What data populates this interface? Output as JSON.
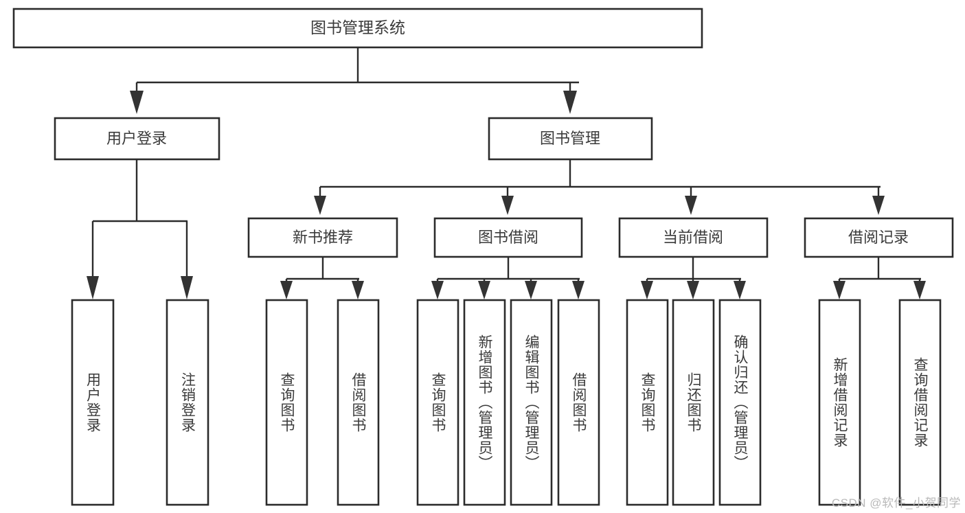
{
  "diagram": {
    "type": "hierarchy-tree",
    "title": "图书管理系统",
    "levels": {
      "root": {
        "label": "图书管理系统"
      },
      "level2": [
        {
          "label": "用户登录"
        },
        {
          "label": "图书管理"
        }
      ],
      "level3": [
        {
          "label": "新书推荐"
        },
        {
          "label": "图书借阅"
        },
        {
          "label": "当前借阅"
        },
        {
          "label": "借阅记录"
        }
      ],
      "leaves_user_login": [
        {
          "label": "用户登录"
        },
        {
          "label": "注销登录"
        }
      ],
      "leaves_new_book": [
        {
          "label": "查询图书"
        },
        {
          "label": "借阅图书"
        }
      ],
      "leaves_borrow": [
        {
          "label": "查询图书"
        },
        {
          "label": "新增图书（管理员）"
        },
        {
          "label": "编辑图书（管理员）"
        },
        {
          "label": "借阅图书"
        }
      ],
      "leaves_current": [
        {
          "label": "查询图书"
        },
        {
          "label": "归还图书"
        },
        {
          "label": "确认归还（管理员）"
        }
      ],
      "leaves_record": [
        {
          "label": "新增借阅记录"
        },
        {
          "label": "查询借阅记录"
        }
      ]
    }
  },
  "watermark": {
    "text": "CSDN @软件_小贺同学"
  },
  "colors": {
    "box_stroke": "#2b2b2b",
    "box_fill": "#ffffff",
    "text": "#3a3a3a",
    "connector": "#2b2b2b",
    "watermark": "#b9b9b9",
    "background": "#ffffff"
  }
}
